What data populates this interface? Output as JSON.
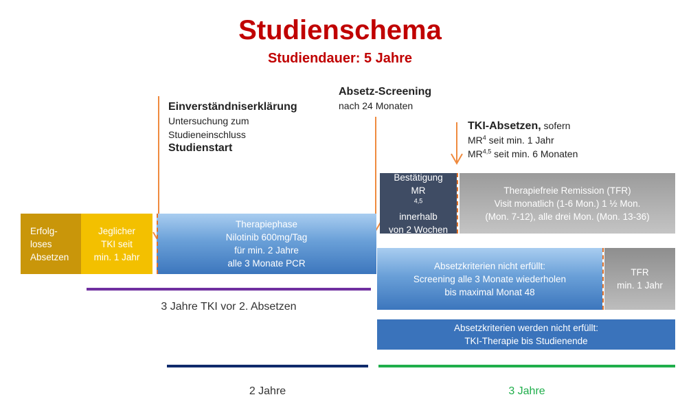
{
  "header": {
    "title": "Studienschema",
    "subtitle": "Studiendauer: 5 Jahre"
  },
  "annotations": {
    "consent_title": "Einverständniserklärung",
    "consent_line1": "Untersuchung zum",
    "consent_line2": "Studieneinschluss",
    "study_start": "Studienstart",
    "screening_title": "Absetz-Screening",
    "screening_sub": "nach 24 Monaten",
    "tki_stop_title": "TKI-Absetzen,",
    "tki_stop_suffix": " sofern",
    "tki_stop_l1_a": "MR",
    "tki_stop_l1_sup": "4",
    "tki_stop_l1_b": " seit min. 1 Jahr",
    "tki_stop_l2_a": "MR",
    "tki_stop_l2_sup": "4,5",
    "tki_stop_l2_b": " seit min. 6 Monaten"
  },
  "boxes": {
    "failed_stop": [
      "Erfolg-",
      "loses",
      "Absetzen"
    ],
    "any_tki": [
      "Jeglicher",
      "TKI seit",
      "min. 1 Jahr"
    ],
    "therapy": [
      "Therapiephase",
      "Nilotinib 600mg/Tag",
      "für min. 2 Jahre",
      "alle 3 Monate PCR"
    ],
    "confirm_l1": "Bestätigung",
    "confirm_l2_a": "MR",
    "confirm_l2_sup": "4,5",
    "confirm_l2_b": " innerhalb",
    "confirm_l3": "von 2 Wochen",
    "tfr": [
      "Therapiefreie  Remission  (TFR)",
      "Visit  monatlich (1-6 Mon.) 1 ½ Mon.",
      "(Mon. 7-12), alle drei  Mon. (Mon. 13-36)"
    ],
    "criteria_not_met": [
      "Absetzkriterien nicht erfüllt:",
      "Screening alle 3 Monate wiederholen",
      "bis maximal Monat 48"
    ],
    "tfr_short": [
      "TFR",
      "min. 1 Jahr"
    ],
    "criteria_never": [
      "Absetzkriterien werden nicht erfüllt:",
      "TKI-Therapie bis Studienende"
    ]
  },
  "timeline": {
    "three_years_tki": "3 Jahre TKI vor 2. Absetzen",
    "two_years": "2 Jahre",
    "three_years": "3 Jahre"
  },
  "colors": {
    "title": "#c00000",
    "gold": "#c9960a",
    "yellow": "#f3c000",
    "purple": "#7030a0",
    "navy": "#0f2b6b",
    "green": "#1fae4b",
    "green_text": "#1fae4b",
    "arrow": "#ef8a3e"
  }
}
